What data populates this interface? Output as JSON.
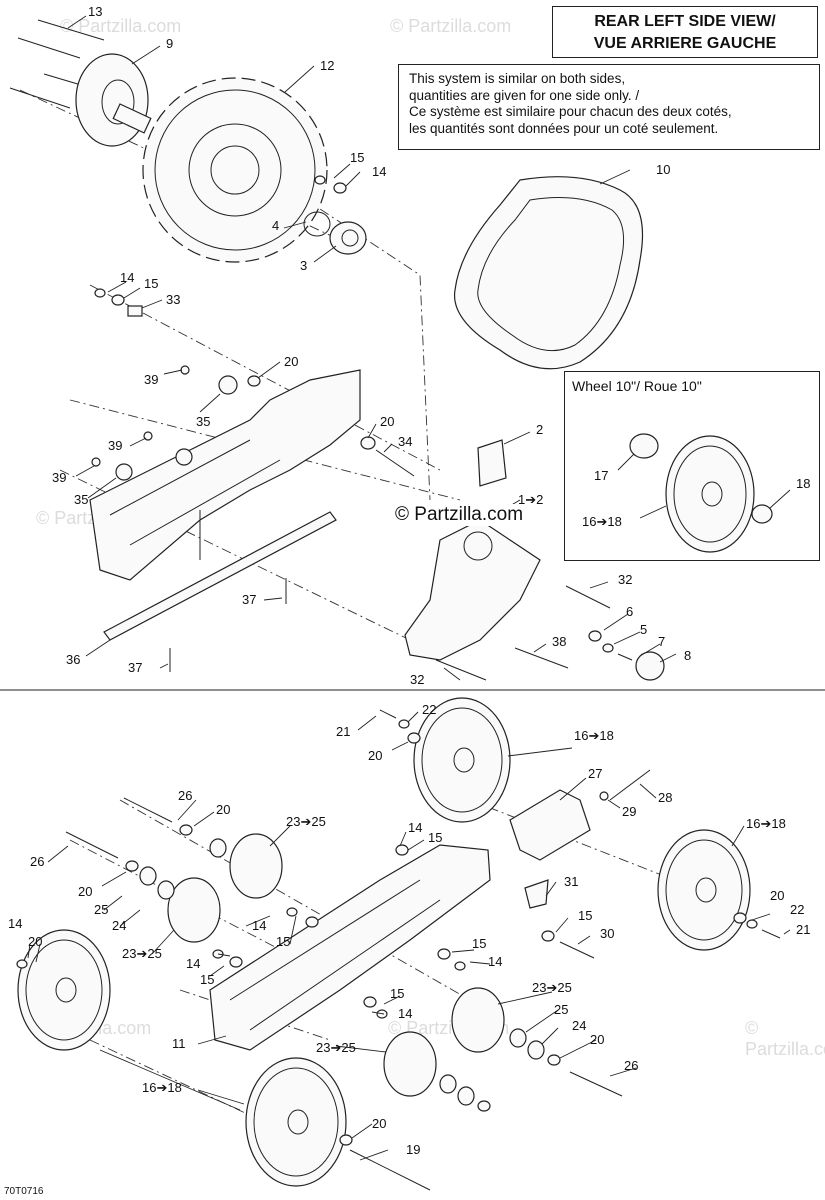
{
  "title": {
    "line1": "REAR LEFT SIDE VIEW/",
    "line2": "VUE ARRIERE GAUCHE"
  },
  "note": {
    "line1": "This system is similar on both sides,",
    "line2": "quantities are given for one side only. /",
    "line3": "Ce système est similaire pour chacun des deux cotés,",
    "line4": "les quantités sont données pour un coté seulement."
  },
  "inset": {
    "title": "Wheel 10\"/ Roue 10\""
  },
  "copyright": "© Partzilla.com",
  "watermark": "© Partzilla.com",
  "drawing_id": "70T0716",
  "callouts": [
    {
      "id": "c13",
      "text": "13"
    },
    {
      "id": "c9",
      "text": "9"
    },
    {
      "id": "c12",
      "text": "12"
    },
    {
      "id": "c15a",
      "text": "15"
    },
    {
      "id": "c14a",
      "text": "14"
    },
    {
      "id": "c4",
      "text": "4"
    },
    {
      "id": "c3",
      "text": "3"
    },
    {
      "id": "c10",
      "text": "10"
    },
    {
      "id": "c14b",
      "text": "14"
    },
    {
      "id": "c15b",
      "text": "15"
    },
    {
      "id": "c33",
      "text": "33"
    },
    {
      "id": "c20a",
      "text": "20"
    },
    {
      "id": "c39a",
      "text": "39"
    },
    {
      "id": "c35a",
      "text": "35"
    },
    {
      "id": "c20b",
      "text": "20"
    },
    {
      "id": "c34",
      "text": "34"
    },
    {
      "id": "c39b",
      "text": "39"
    },
    {
      "id": "c39c",
      "text": "39"
    },
    {
      "id": "c35b",
      "text": "35"
    },
    {
      "id": "c2",
      "text": "2"
    },
    {
      "id": "c1to2",
      "text": "1➔2"
    },
    {
      "id": "c17",
      "text": "17"
    },
    {
      "id": "c18a",
      "text": "18"
    },
    {
      "id": "c16to18a",
      "text": "16➔18"
    },
    {
      "id": "c32a",
      "text": "32"
    },
    {
      "id": "c37a",
      "text": "37"
    },
    {
      "id": "c6",
      "text": "6"
    },
    {
      "id": "c5",
      "text": "5"
    },
    {
      "id": "c7",
      "text": "7"
    },
    {
      "id": "c8",
      "text": "8"
    },
    {
      "id": "c38",
      "text": "38"
    },
    {
      "id": "c36",
      "text": "36"
    },
    {
      "id": "c37b",
      "text": "37"
    },
    {
      "id": "c32b",
      "text": "32"
    },
    {
      "id": "c21a",
      "text": "21"
    },
    {
      "id": "c22a",
      "text": "22"
    },
    {
      "id": "c20c",
      "text": "20"
    },
    {
      "id": "c16to18b",
      "text": "16➔18"
    },
    {
      "id": "c27",
      "text": "27"
    },
    {
      "id": "c28",
      "text": "28"
    },
    {
      "id": "c29",
      "text": "29"
    },
    {
      "id": "c26a",
      "text": "26"
    },
    {
      "id": "c20d",
      "text": "20"
    },
    {
      "id": "c23to25a",
      "text": "23➔25"
    },
    {
      "id": "c14c",
      "text": "14"
    },
    {
      "id": "c15c",
      "text": "15"
    },
    {
      "id": "c16to18c",
      "text": "16➔18"
    },
    {
      "id": "c26b",
      "text": "26"
    },
    {
      "id": "c20e",
      "text": "20"
    },
    {
      "id": "c31",
      "text": "31"
    },
    {
      "id": "c25a",
      "text": "25"
    },
    {
      "id": "c24a",
      "text": "24"
    },
    {
      "id": "c14d",
      "text": "14"
    },
    {
      "id": "c15d",
      "text": "15"
    },
    {
      "id": "c15e",
      "text": "15"
    },
    {
      "id": "c30",
      "text": "30"
    },
    {
      "id": "c20f",
      "text": "20"
    },
    {
      "id": "c22b",
      "text": "22"
    },
    {
      "id": "c21b",
      "text": "21"
    },
    {
      "id": "c14e",
      "text": "14"
    },
    {
      "id": "c20g",
      "text": "20"
    },
    {
      "id": "c23to25b",
      "text": "23➔25"
    },
    {
      "id": "c14f",
      "text": "14"
    },
    {
      "id": "c15f",
      "text": "15"
    },
    {
      "id": "c14g",
      "text": "14"
    },
    {
      "id": "c15g",
      "text": "15"
    },
    {
      "id": "c15h",
      "text": "15"
    },
    {
      "id": "c14h",
      "text": "14"
    },
    {
      "id": "c23to25c",
      "text": "23➔25"
    },
    {
      "id": "c25b",
      "text": "25"
    },
    {
      "id": "c24b",
      "text": "24"
    },
    {
      "id": "c11",
      "text": "11"
    },
    {
      "id": "c23to25d",
      "text": "23➔25"
    },
    {
      "id": "c20h",
      "text": "20"
    },
    {
      "id": "c26c",
      "text": "26"
    },
    {
      "id": "c16to18d",
      "text": "16➔18"
    },
    {
      "id": "c20i",
      "text": "20"
    },
    {
      "id": "c19",
      "text": "19"
    }
  ]
}
